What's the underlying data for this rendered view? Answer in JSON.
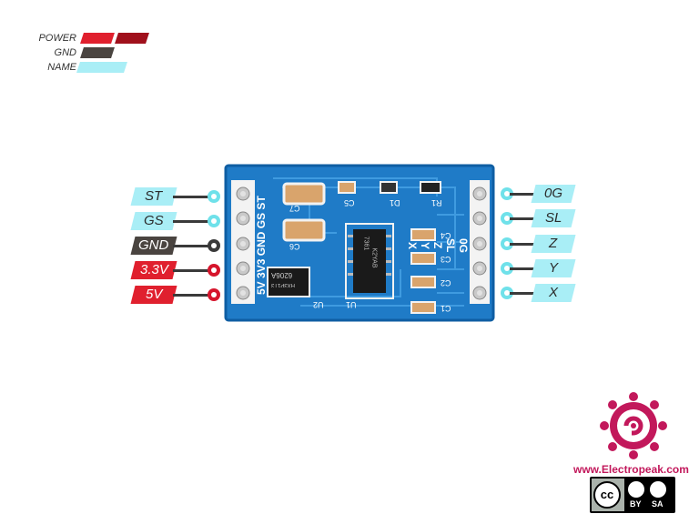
{
  "legend": {
    "power": "POWER",
    "gnd": "GND",
    "name": "NAME"
  },
  "left_pins": [
    "ST",
    "GS",
    "GND",
    "3.3V",
    "5V"
  ],
  "right_pins": [
    "0G",
    "SL",
    "Z",
    "Y",
    "X"
  ],
  "board": {
    "left_silk": [
      "ST",
      "GS",
      "GND",
      "3V3",
      "5V"
    ],
    "right_silk": [
      "0G",
      "SL",
      "Z",
      "Y",
      "X"
    ],
    "components": [
      "C7",
      "C6",
      "C5",
      "D1",
      "R1",
      "C4",
      "C3",
      "C2",
      "C1",
      "U1",
      "U2"
    ],
    "chip_text_1": "7361",
    "chip_text_2": "K2YAB",
    "reg_text_1": "6206A",
    "reg_text_2": "HX3P1T3"
  },
  "brand": {
    "url": "www.Electropeak.com",
    "license_by": "BY",
    "license_sa": "SA",
    "license_cc": "cc"
  },
  "colors": {
    "power": "#e0202e",
    "power_dark": "#a0101c",
    "gnd": "#4a4440",
    "name": "#a9eef6",
    "board": "#1f7bc7",
    "brand": "#c2185b"
  }
}
